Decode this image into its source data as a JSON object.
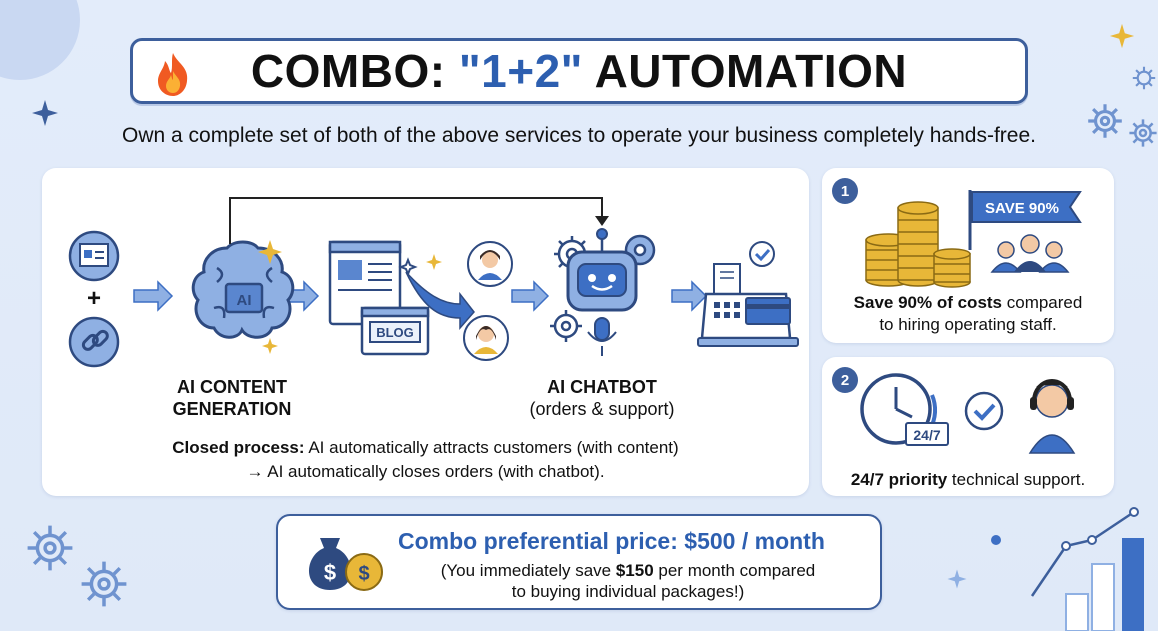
{
  "header": {
    "title_prefix": "COMBO: ",
    "title_quote": "\"1+2\"",
    "title_suffix": " AUTOMATION",
    "subtitle": "Own a complete set of both of the above services to operate your business completely hands-free."
  },
  "flow": {
    "ai_chip": "AI",
    "blog_label": "BLOG",
    "content_label_line1": "AI CONTENT",
    "content_label_line2": "GENERATION",
    "chatbot_label": "AI CHATBOT",
    "chatbot_sub": "(orders & support)",
    "process_bold": "Closed process:",
    "process_rest": " AI automatically attracts customers (with content)",
    "process_line2": "→ AI automatically closes orders (with chatbot)."
  },
  "benefits": [
    {
      "number": "1",
      "flag": "SAVE 90%",
      "bold": "Save 90% of costs",
      "rest": " compared",
      "line2": "to hiring operating staff."
    },
    {
      "number": "2",
      "clock_badge": "24/7",
      "bold": "24/7 priority",
      "rest": " technical support."
    }
  ],
  "price": {
    "title": "Combo preferential price: $500 / month",
    "note_a": "(You immediately save ",
    "note_amount": "$150",
    "note_b": " per month compared",
    "note_line2": "to buying individual packages!)"
  },
  "colors": {
    "accent": "#2d5fb0",
    "navy": "#3d5f9c",
    "light_blue": "#8fb0e3",
    "gold": "#e8b738",
    "background": "#e3ecfa"
  },
  "icons": [
    "fire-icon",
    "browser-window-icon",
    "link-icon",
    "brain-ai-icon",
    "document-icon",
    "blog-icon",
    "avatar-icon",
    "robot-icon",
    "gear-icon",
    "microphone-icon",
    "cash-register-icon",
    "coin-stack-icon",
    "flag-icon",
    "team-icon",
    "clock-icon",
    "check-icon",
    "headset-agent-icon",
    "money-bag-icon",
    "coin-icon",
    "chart-icon"
  ]
}
